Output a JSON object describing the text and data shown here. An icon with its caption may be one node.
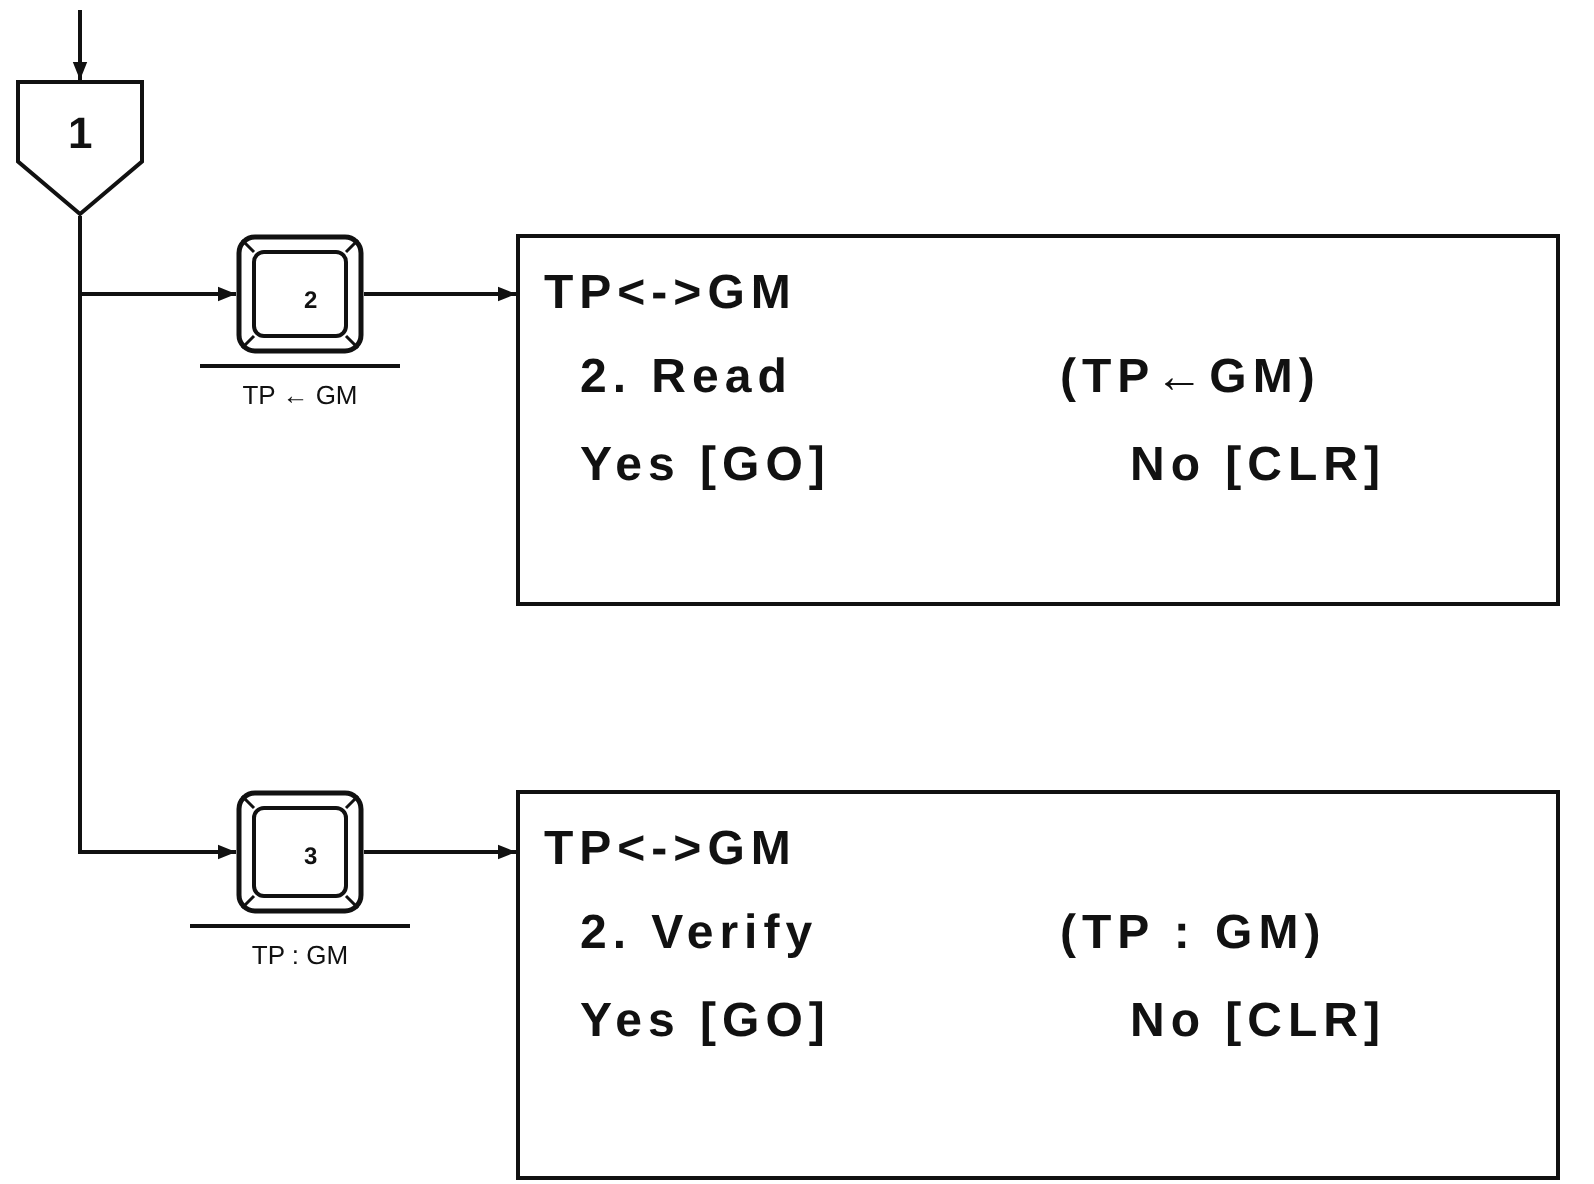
{
  "diagram": {
    "nodes": [
      {
        "text": [
          "1"
        ]
      },
      {
        "text": [
          "2"
        ],
        "beside": [
          "TP ← GM"
        ]
      },
      {
        "text": [
          "TP<->GM",
          "2. Read",
          "(TP←GM)",
          "Yes [GO]",
          "No [CLR]"
        ]
      },
      {
        "text": [
          "3"
        ],
        "beside": [
          "TP : GM"
        ]
      },
      {
        "text": [
          "TP<->GM",
          "2. Verify",
          "(TP : GM)",
          "Yes [GO]",
          "No [CLR]"
        ]
      }
    ],
    "edges": [
      {
        "from": null,
        "to": 0,
        "arrow": "to"
      },
      {
        "from": 0,
        "to": 1,
        "arrow": "to"
      },
      {
        "from": 1,
        "to": 2,
        "arrow": "to"
      },
      {
        "from": 0,
        "to": 3,
        "arrow": "to"
      },
      {
        "from": 3,
        "to": 4,
        "arrow": "to"
      }
    ]
  }
}
